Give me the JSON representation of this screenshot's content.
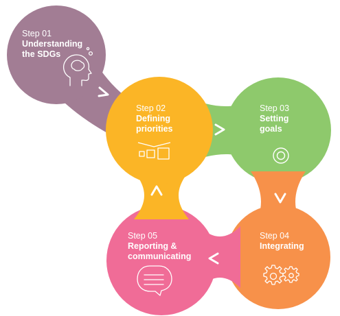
{
  "colors": {
    "step1": "#a27d94",
    "step2": "#fbb526",
    "step3": "#8ec96c",
    "step4": "#f7914a",
    "step5": "#f06c97",
    "arrow": "#ffffff"
  },
  "steps": [
    {
      "number": "Step 01",
      "title_line1": "Understanding",
      "title_line2": "the SDGs",
      "icon": "head-brain-icon"
    },
    {
      "number": "Step 02",
      "title_line1": "Defining",
      "title_line2": "priorities",
      "icon": "squares-priority-icon"
    },
    {
      "number": "Step 03",
      "title_line1": "Setting",
      "title_line2": "goals",
      "icon": "target-icon"
    },
    {
      "number": "Step 04",
      "title_line1": "Integrating",
      "title_line2": "",
      "icon": "gears-icon"
    },
    {
      "number": "Step 05",
      "title_line1": "Reporting &",
      "title_line2": "communicating",
      "icon": "speech-bubble-icon"
    }
  ]
}
